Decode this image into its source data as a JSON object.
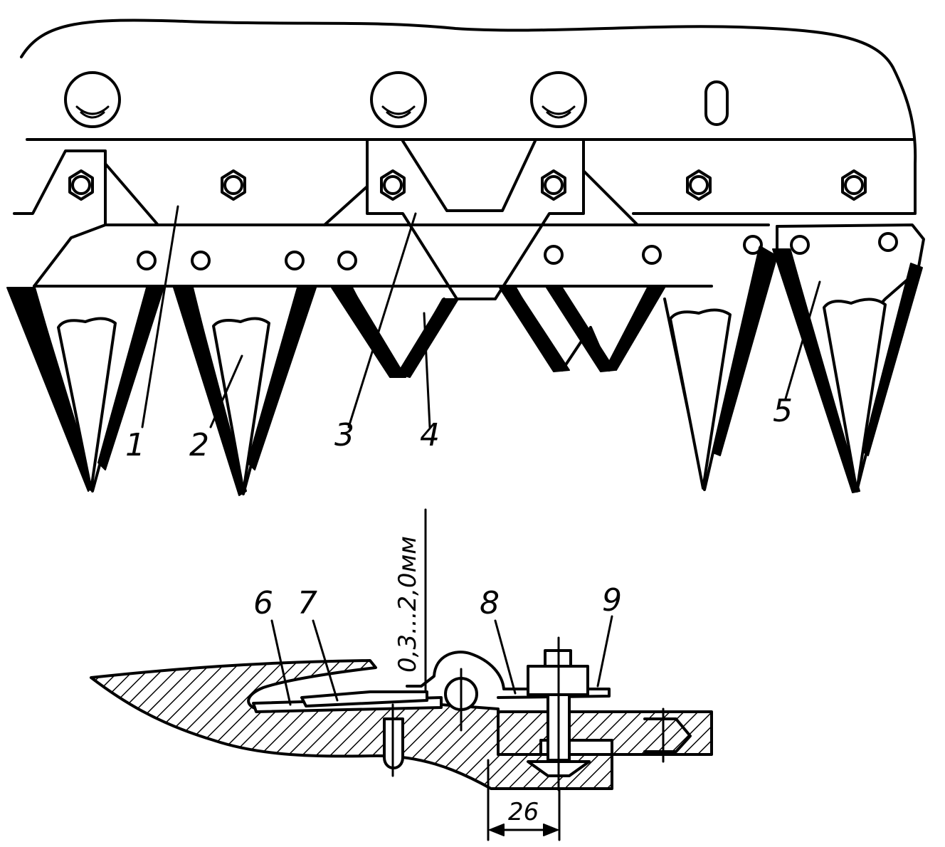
{
  "callouts": {
    "c1": "1",
    "c2": "2",
    "c3": "3",
    "c4": "4",
    "c5": "5",
    "c6": "6",
    "c7": "7",
    "c8": "8",
    "c9": "9"
  },
  "dimensions": {
    "gap": "0,3...2,0мм",
    "width": "26"
  }
}
